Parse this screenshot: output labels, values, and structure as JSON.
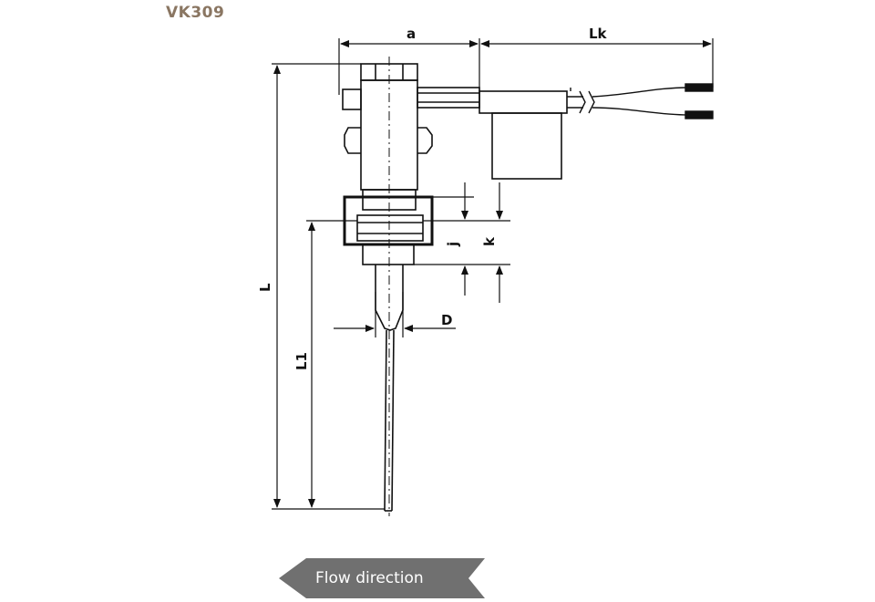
{
  "title": "VK309",
  "dimensions": {
    "a": "a",
    "lk": "Lk",
    "l": "L",
    "l1": "L1",
    "j": "j",
    "k": "k",
    "d": "D"
  },
  "flow": {
    "label": "Flow direction",
    "banner_color": "#707070"
  },
  "colors": {
    "title": "#8a7662",
    "line": "#111111"
  }
}
